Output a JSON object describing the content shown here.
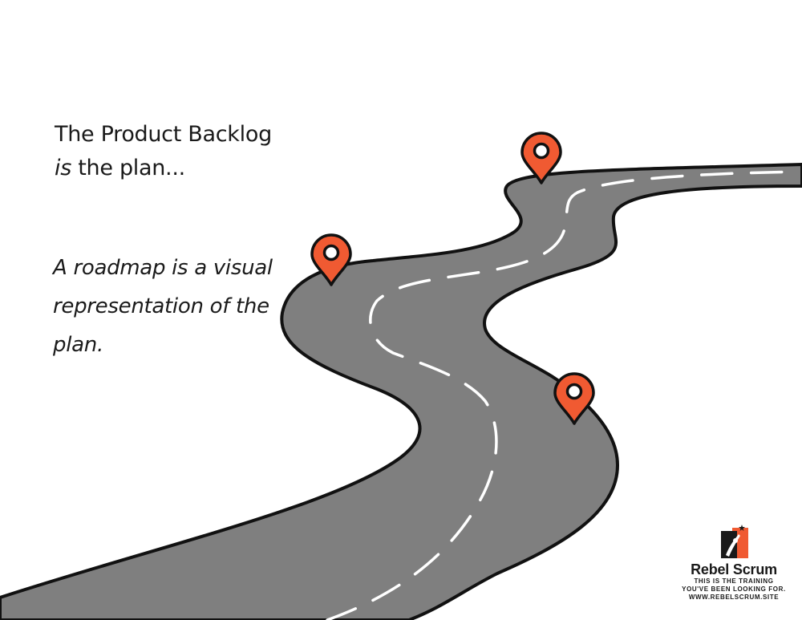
{
  "slide": {
    "heading_line1": "The Product Backlog",
    "heading_line2_em": "is",
    "heading_line2_rest": " the plan...",
    "definition": "A roadmap is a visual representation of the plan."
  },
  "brand": {
    "name": "Rebel Scrum",
    "tagline_1": "This is the training",
    "tagline_2": "you've been looking for.",
    "site": "www.rebelscrum.site"
  },
  "colors": {
    "road": "#7f7f7f",
    "outline": "#111111",
    "marker": "#f05a32",
    "brand_accent": "#f05a32"
  },
  "icons": [
    "map-pin-icon",
    "rebel-scrum-logo"
  ]
}
